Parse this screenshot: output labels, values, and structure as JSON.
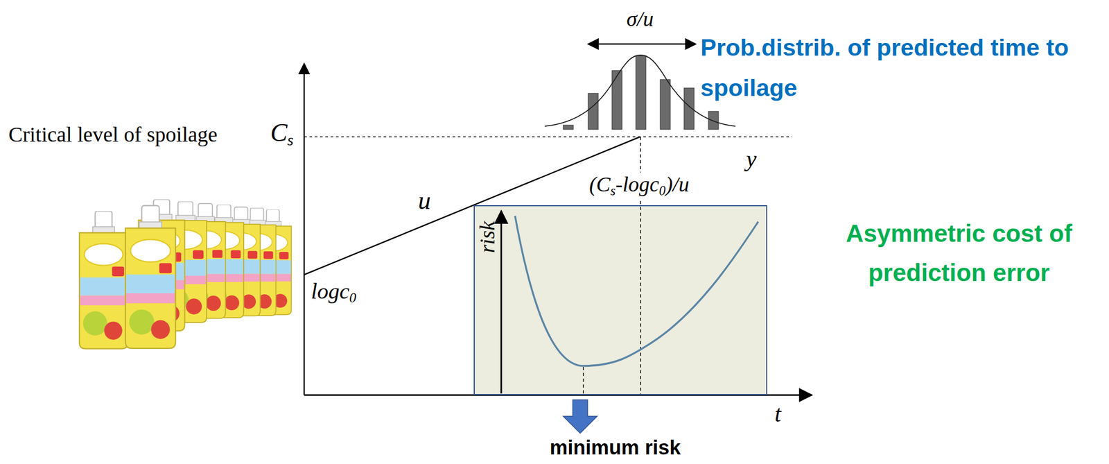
{
  "diagram": {
    "nodes": [
      {
        "text": [
          "risk"
        ]
      }
    ],
    "labels": [
      "σ/u",
      "Prob.distrib. of predicted time to spoilage",
      "Critical level of spoilage",
      "Cs",
      "y",
      "(Cs-logc0)/u",
      "u",
      "logc0",
      "Asymmetric cost of prediction error",
      "t",
      "minimum risk"
    ]
  }
}
